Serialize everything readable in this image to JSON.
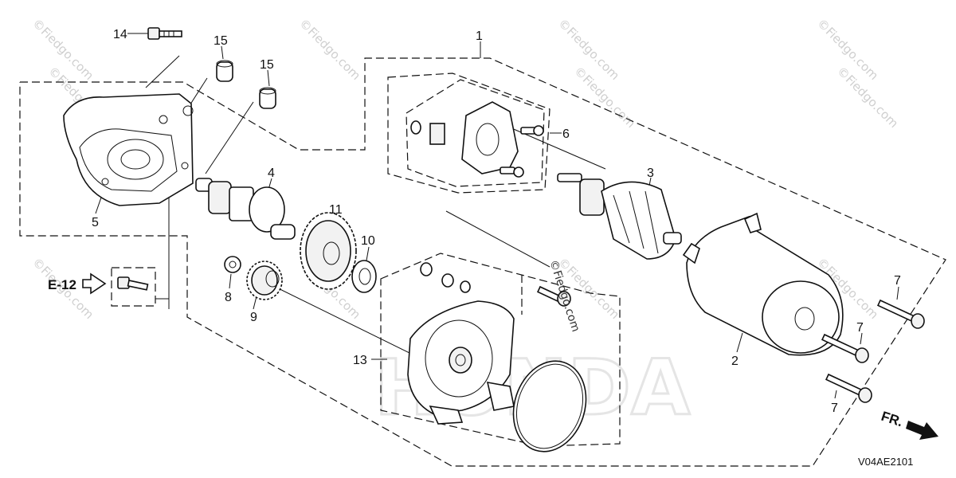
{
  "labels": {
    "l1": "1",
    "l2": "2",
    "l3": "3",
    "l4": "4",
    "l5": "5",
    "l6": "6",
    "l7a": "7",
    "l7b": "7",
    "l7c": "7",
    "l8": "8",
    "l9": "9",
    "l10": "10",
    "l11": "11",
    "l13": "13",
    "l14": "14",
    "l15a": "15",
    "l15b": "15"
  },
  "ref": {
    "label": "E-12"
  },
  "direction": {
    "label": "FR."
  },
  "diagram_code": "V04AE2101",
  "brand_watermark": "HONDA",
  "watermarks": [
    "©Fiedgo.com",
    "©Fiedgo.com",
    "©Fiedgo.com",
    "©Fiedgo.com",
    "©Fiedgo.com",
    "©Fiedgo.com",
    "©Fiedgo.com",
    "©Fiedgo.com",
    "©Fiedgo.com",
    "©Fiedgo.com",
    "©Fiedgo.com"
  ],
  "center_watermark": "©Fiedgo.com",
  "colors": {
    "ink": "#111111",
    "watermark": "#cfcfcf",
    "brand": "#e5e5e5"
  }
}
